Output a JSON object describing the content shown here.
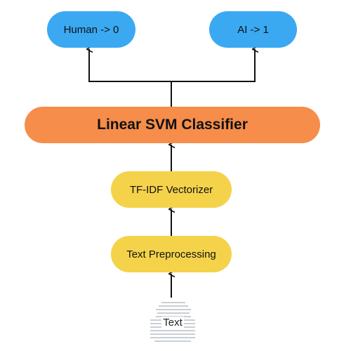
{
  "colors": {
    "output_node": "#3aa9f2",
    "classifier_node": "#f68d4a",
    "process_node": "#f4d24a",
    "edge": "#111111",
    "doc_lines": "#b9bec7"
  },
  "nodes": {
    "human": {
      "label": "Human -> 0"
    },
    "ai": {
      "label": "AI -> 1"
    },
    "classifier": {
      "label": "Linear SVM Classifier"
    },
    "vectorizer": {
      "label": "TF-IDF Vectorizer"
    },
    "preprocessing": {
      "label": "Text Preprocessing"
    },
    "input": {
      "label": "Text",
      "icon": "document-icon"
    }
  },
  "edges": [
    {
      "from": "input",
      "to": "preprocessing"
    },
    {
      "from": "preprocessing",
      "to": "vectorizer"
    },
    {
      "from": "vectorizer",
      "to": "classifier"
    },
    {
      "from": "classifier",
      "to": "human"
    },
    {
      "from": "classifier",
      "to": "ai"
    }
  ]
}
